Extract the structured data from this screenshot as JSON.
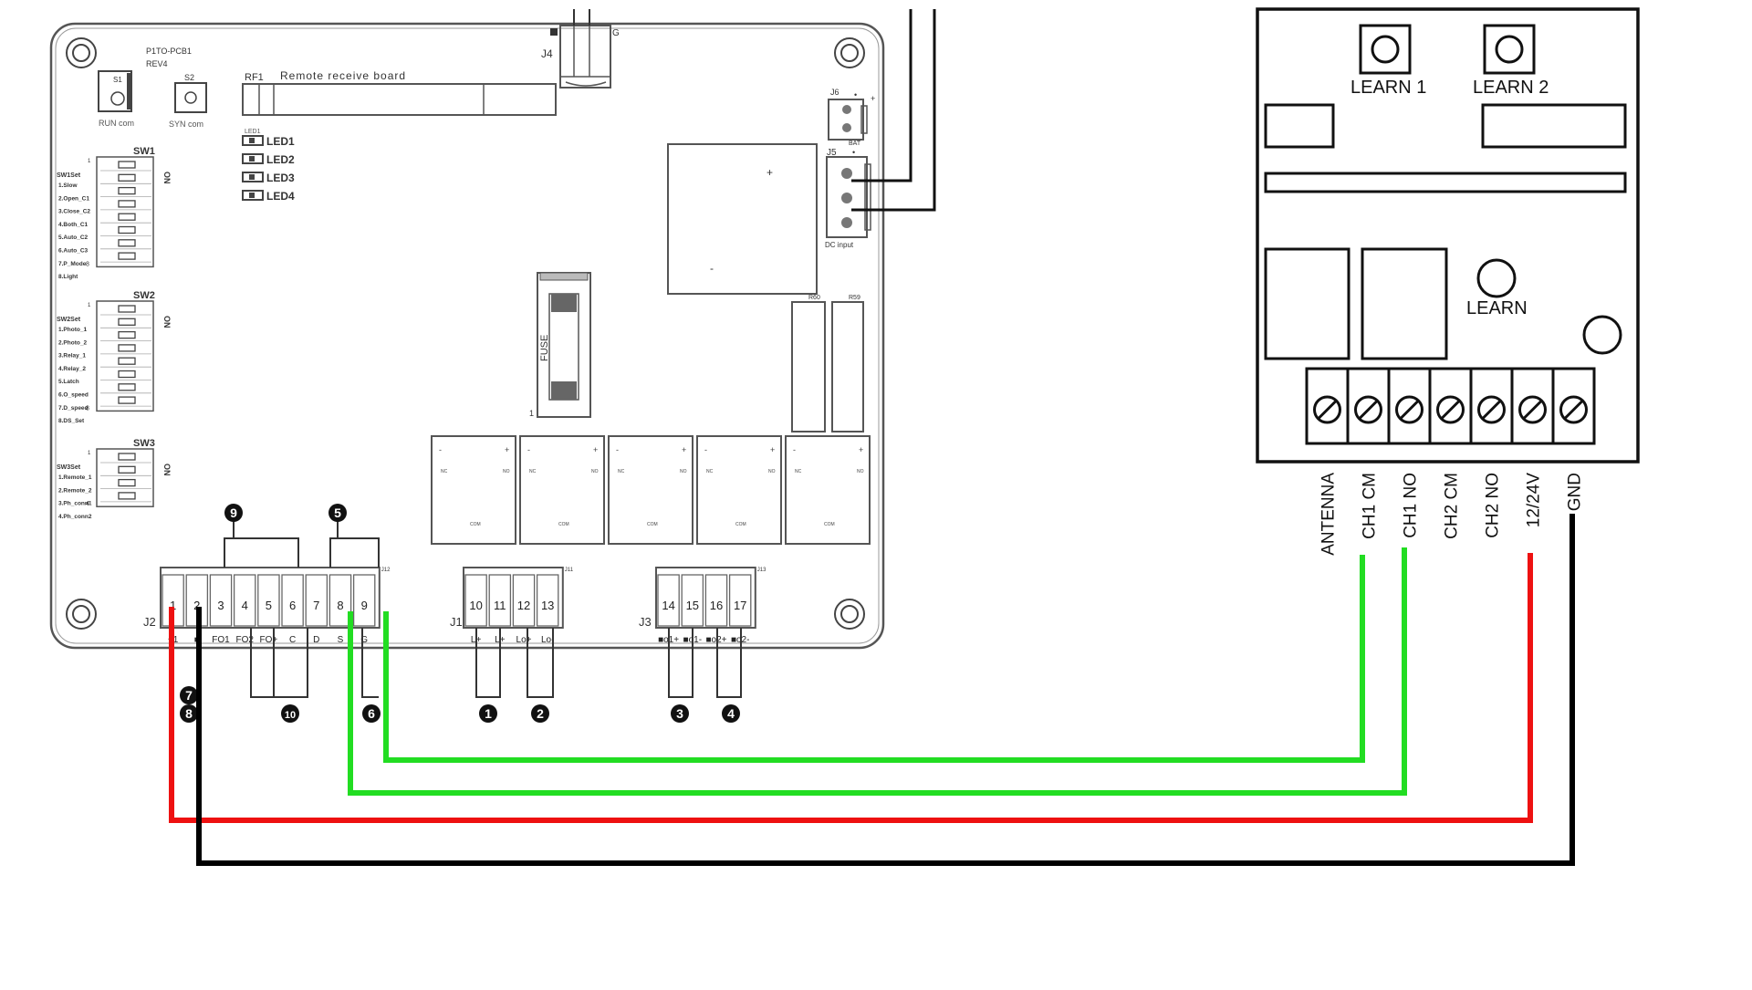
{
  "board": {
    "pcb_label": "P1TO-PCB1",
    "rev_label": "REV4",
    "sw_labels": [
      "S1",
      "S2"
    ],
    "sw_sublabels": [
      "RUN com",
      "SYN com"
    ],
    "rf_label": "RF1",
    "rf_title": "Remote receive board",
    "j4_label": "J4",
    "j4_side": "G",
    "j6_label": "J6",
    "j5_label": "J5",
    "j5_bat": "BAT",
    "j5_dc": "DC input",
    "fuse_label": "FUSE",
    "fuse_index": "1",
    "r_labels": [
      "R60",
      "R59"
    ],
    "leds_header": "LED1",
    "leds": [
      "LED1",
      "LED2",
      "LED3",
      "LED4"
    ],
    "switch_on": "ON",
    "switches": [
      {
        "name": "SW1",
        "header": "SW1Set",
        "items": [
          "1.Slow",
          "2.Open_C1",
          "3.Close_C2",
          "4.Both_C1",
          "5.Auto_C2",
          "6.Auto_C3",
          "7.P_Mode",
          "8.Light"
        ],
        "end": "8"
      },
      {
        "name": "SW2",
        "header": "SW2Set",
        "items": [
          "1.Photo_1",
          "2.Photo_2",
          "3.Relay_1",
          "4.Relay_2",
          "5.Latch",
          "6.O_speed",
          "7.D_speed",
          "8.DS_Set"
        ],
        "end": "8"
      },
      {
        "name": "SW3",
        "header": "SW3Set",
        "items": [
          "1.Remote_1",
          "2.Remote_2",
          "3.Ph_conn1",
          "4.Ph_conn2"
        ],
        "end": "4"
      }
    ],
    "j2": {
      "label": "J2",
      "tag": "J12",
      "pins": [
        "1",
        "2",
        "3",
        "4",
        "5",
        "6",
        "7",
        "8",
        "9"
      ],
      "signals": [
        "+1",
        "■",
        "FO1",
        "FO2",
        "FO+",
        "C",
        "D",
        "S",
        "G"
      ]
    },
    "j1": {
      "label": "J1",
      "tag": "J11",
      "pins": [
        "10",
        "11",
        "12",
        "13"
      ],
      "signals": [
        "L+",
        "L+",
        "Lo+",
        "Lo-"
      ]
    },
    "j3": {
      "label": "J3",
      "tag": "J13",
      "pins": [
        "14",
        "15",
        "16",
        "17"
      ],
      "signals": [
        "■o1+",
        "■o1-",
        "■o2+",
        "■o2-"
      ]
    },
    "callouts": [
      "1",
      "2",
      "3",
      "4",
      "5",
      "6",
      "7",
      "8",
      "9",
      "10"
    ]
  },
  "receiver": {
    "learn1": "LEARN 1",
    "learn2": "LEARN 2",
    "learn": "LEARN",
    "terminals": [
      "ANTENNA",
      "CH1 CM",
      "CH1 NO",
      "CH2 CM",
      "CH2 NO",
      "12/24V",
      "GND"
    ]
  },
  "colors": {
    "wire_green": "#22dd22",
    "wire_red": "#ee1111",
    "wire_black": "#000000",
    "ink": "#333333"
  }
}
